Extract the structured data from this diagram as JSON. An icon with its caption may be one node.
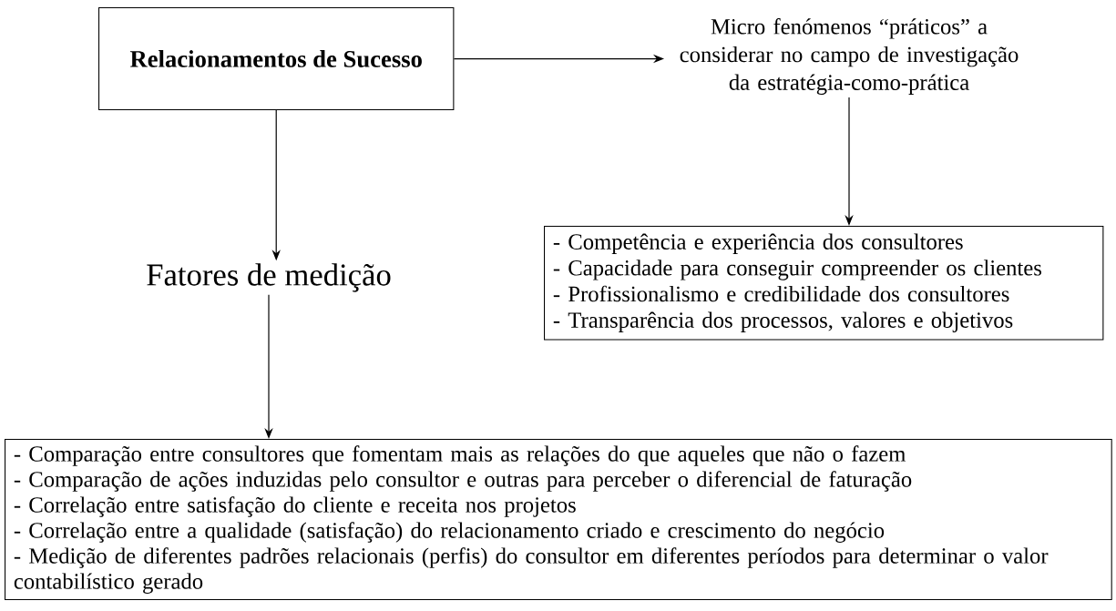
{
  "diagram": {
    "nodes": [
      {
        "text": [
          "Relacionamentos de Sucesso"
        ]
      },
      {
        "text": [
          "Micro fenómenos “práticos” a considerar no campo de investigação da estratégia-como-prática"
        ]
      },
      {
        "text": [
          "- Competência e experiência dos consultores",
          "- Capacidade para conseguir compreender os clientes",
          "- Profissionalismo e credibilidade dos consultores",
          "- Transparência dos processos, valores e objetivos"
        ]
      },
      {
        "text": [
          "Fatores de medição"
        ]
      },
      {
        "text": [
          "- Comparação entre consultores que fomentam mais as relações do que aqueles que não o fazem",
          "- Comparação de ações induzidas pelo consultor e outras para perceber o diferencial de faturação",
          "- Correlação entre satisfação do cliente e receita nos projetos",
          "- Correlação entre a qualidade (satisfação) do relacionamento criado e crescimento do negócio",
          "- Medição de diferentes padrões relacionais (perfis) do consultor em diferentes períodos para determinar o valor contabilístico gerado"
        ]
      }
    ],
    "edges": [
      {
        "from": 0,
        "to": 1,
        "arrow": "to"
      },
      {
        "from": 1,
        "to": 2,
        "arrow": "to"
      },
      {
        "from": 0,
        "to": 3,
        "arrow": "to"
      },
      {
        "from": 3,
        "to": 4,
        "arrow": "to"
      }
    ]
  }
}
